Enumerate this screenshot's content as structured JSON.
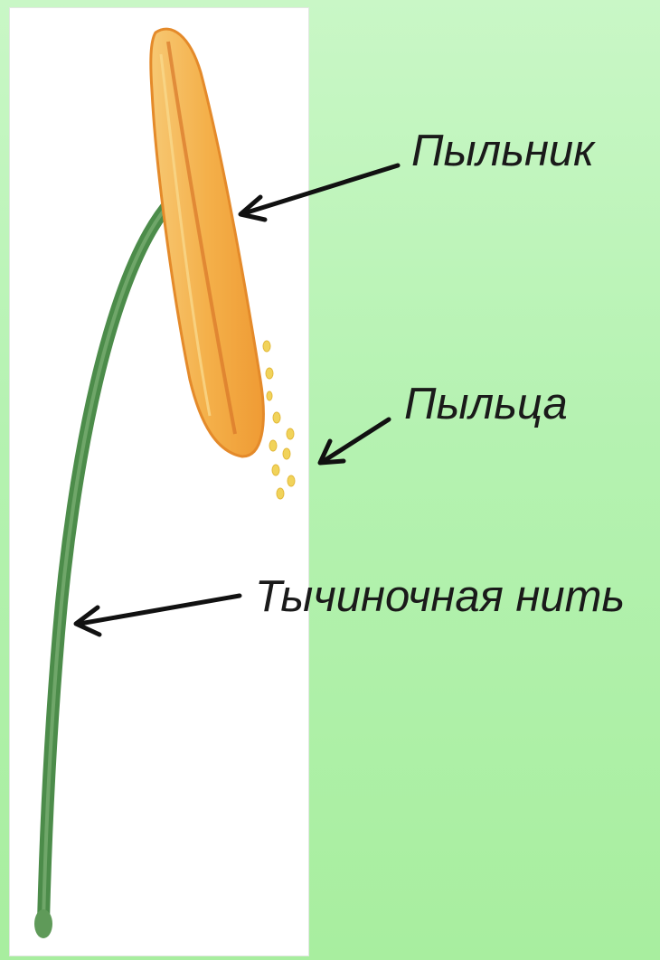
{
  "labels": {
    "anther": "Пыльник",
    "pollen": "Пыльца",
    "filament": "Тычиночная нить"
  },
  "colors": {
    "background": "#b5f2b1",
    "filament": "#4c8c4a",
    "anther": "#f4b04a",
    "pollen": "#f1d35a",
    "arrow": "#111111"
  }
}
